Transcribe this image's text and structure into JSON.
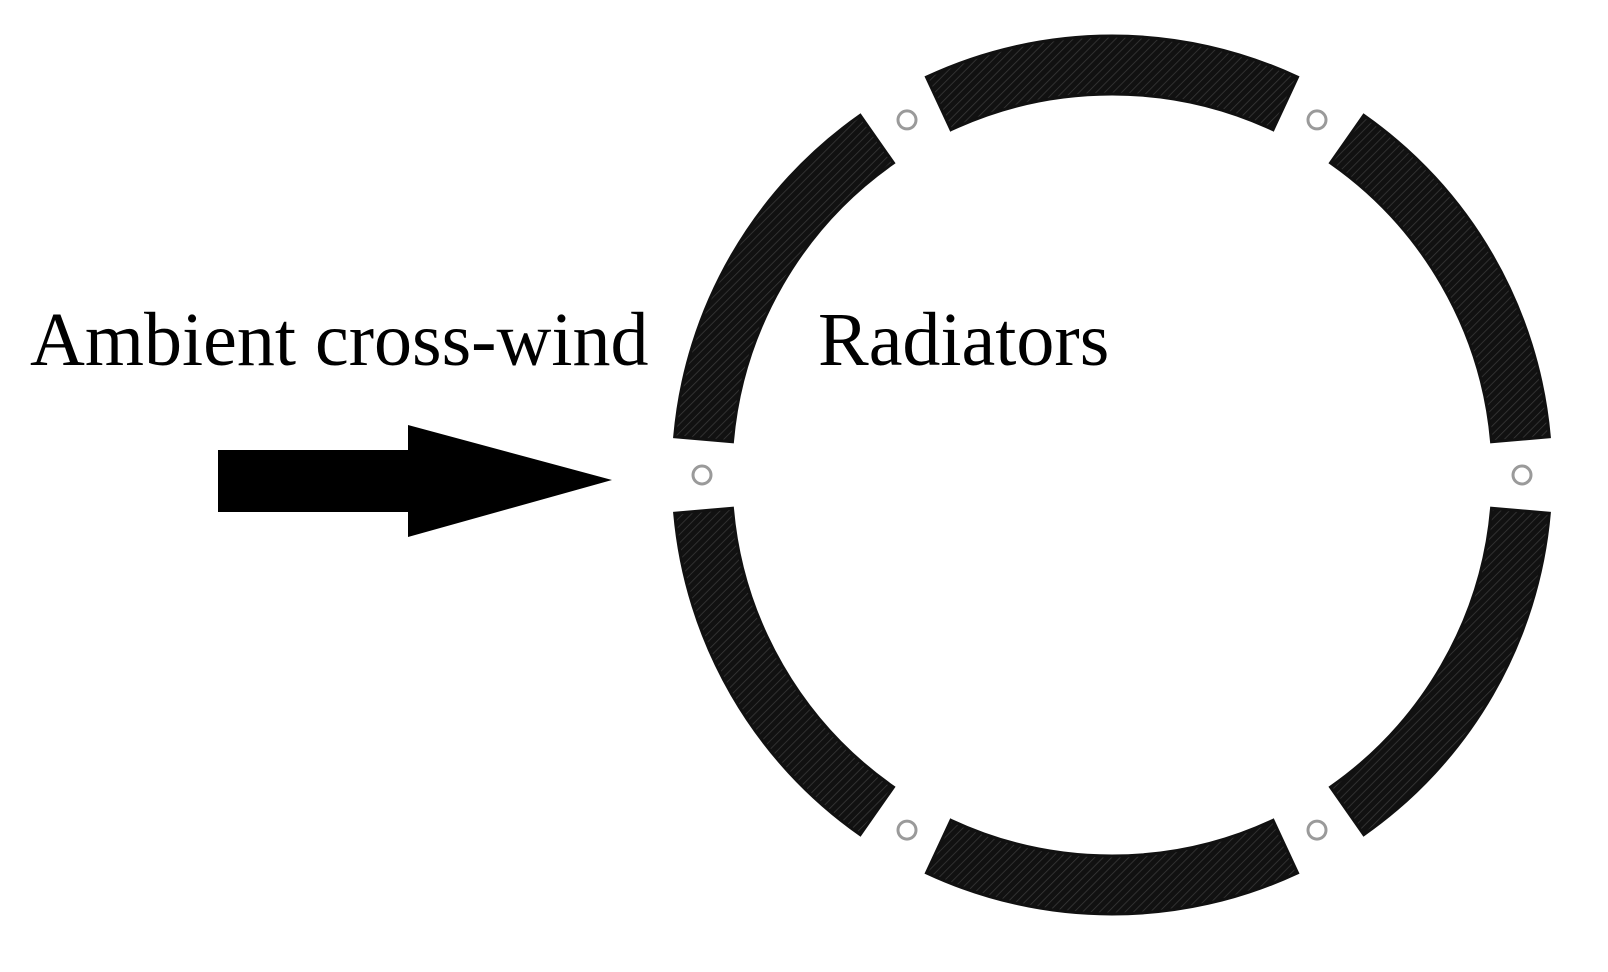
{
  "labels": {
    "wind": "Ambient cross-wind",
    "radiators": "Radiators"
  },
  "icons": {
    "wind_arrow": "right-arrow-icon",
    "radiator_segment": "radiator-panel",
    "connector": "pipe-connector"
  },
  "colors": {
    "radiator": "#111111",
    "radiator_fill": "#3a3a3a",
    "arrow": "#000000",
    "connector": "#9a9a9a",
    "text": "#000000",
    "background": "#ffffff"
  },
  "radiator_count": 6
}
